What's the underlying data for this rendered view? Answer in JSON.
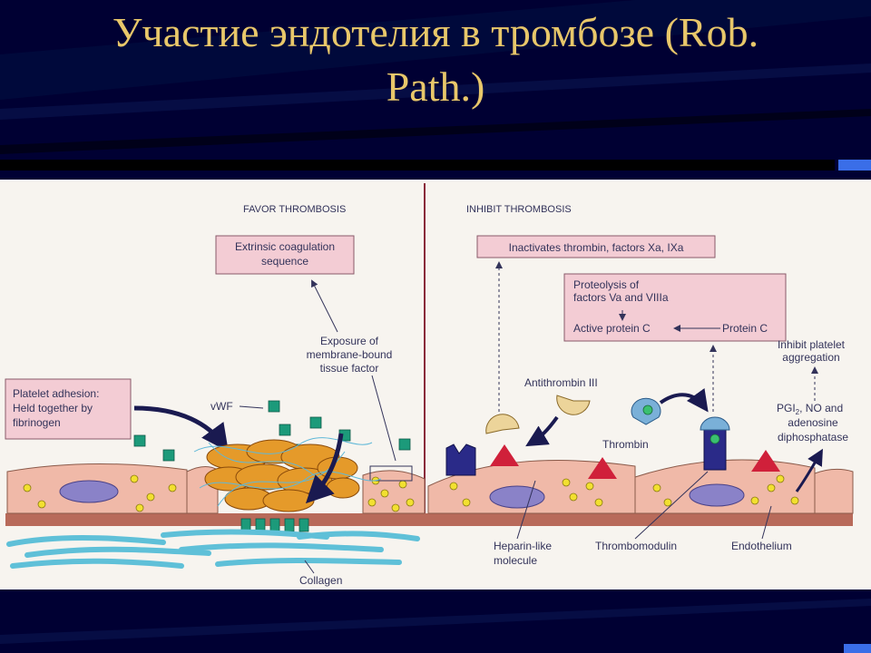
{
  "slide": {
    "title_line1": "Участие эндотелия в тромбозе (Rob.",
    "title_line2": "Path.)"
  },
  "figure": {
    "favor_heading": "FAVOR THROMBOSIS",
    "inhibit_heading": "INHIBIT THROMBOSIS",
    "extrinsic_line1": "Extrinsic coagulation",
    "extrinsic_line2": "sequence",
    "exposure_line1": "Exposure of",
    "exposure_line2": "membrane-bound",
    "exposure_line3": "tissue factor",
    "platelet_line1": "Platelet adhesion:",
    "platelet_line2": "Held together by",
    "platelet_line3": "fibrinogen",
    "vwf": "vWF",
    "collagen": "Collagen",
    "inactivates": "Inactivates thrombin, factors Xa, IXa",
    "proteolysis_line1": "Proteolysis of",
    "proteolysis_line2": "factors Va and VIIIa",
    "active_protein_c": "Active protein C",
    "protein_c": "Protein C",
    "inhibit_platelet_line1": "Inhibit platelet",
    "inhibit_platelet_line2": "aggregation",
    "antithrombin": "Antithrombin III",
    "thrombin": "Thrombin",
    "pgi_line1": "PGI",
    "pgi_sub": "2",
    "pgi_line1_rest": ", NO and",
    "pgi_line2": "adenosine",
    "pgi_line3": "diphosphatase",
    "heparin_line1": "Heparin-like",
    "heparin_line2": "molecule",
    "thrombomodulin": "Thrombomodulin",
    "endothelium": "Endothelium"
  },
  "colors": {
    "background": "#000033",
    "title": "#e8c76a",
    "accent_bar": "#3a6ee8",
    "cell": "#f0b9a8",
    "pink_box": "#f3ccd4",
    "granule": "#f2e030",
    "nucleus": "#8a82c8",
    "platelet": "#e59a2a",
    "vwf": "#1c9a7a",
    "collagen": "#5fc0d8",
    "receptor": "#2a2a88",
    "antithrombin": "#ecd49a",
    "triangle": "#d0203a",
    "basement": "#b86a5a"
  }
}
